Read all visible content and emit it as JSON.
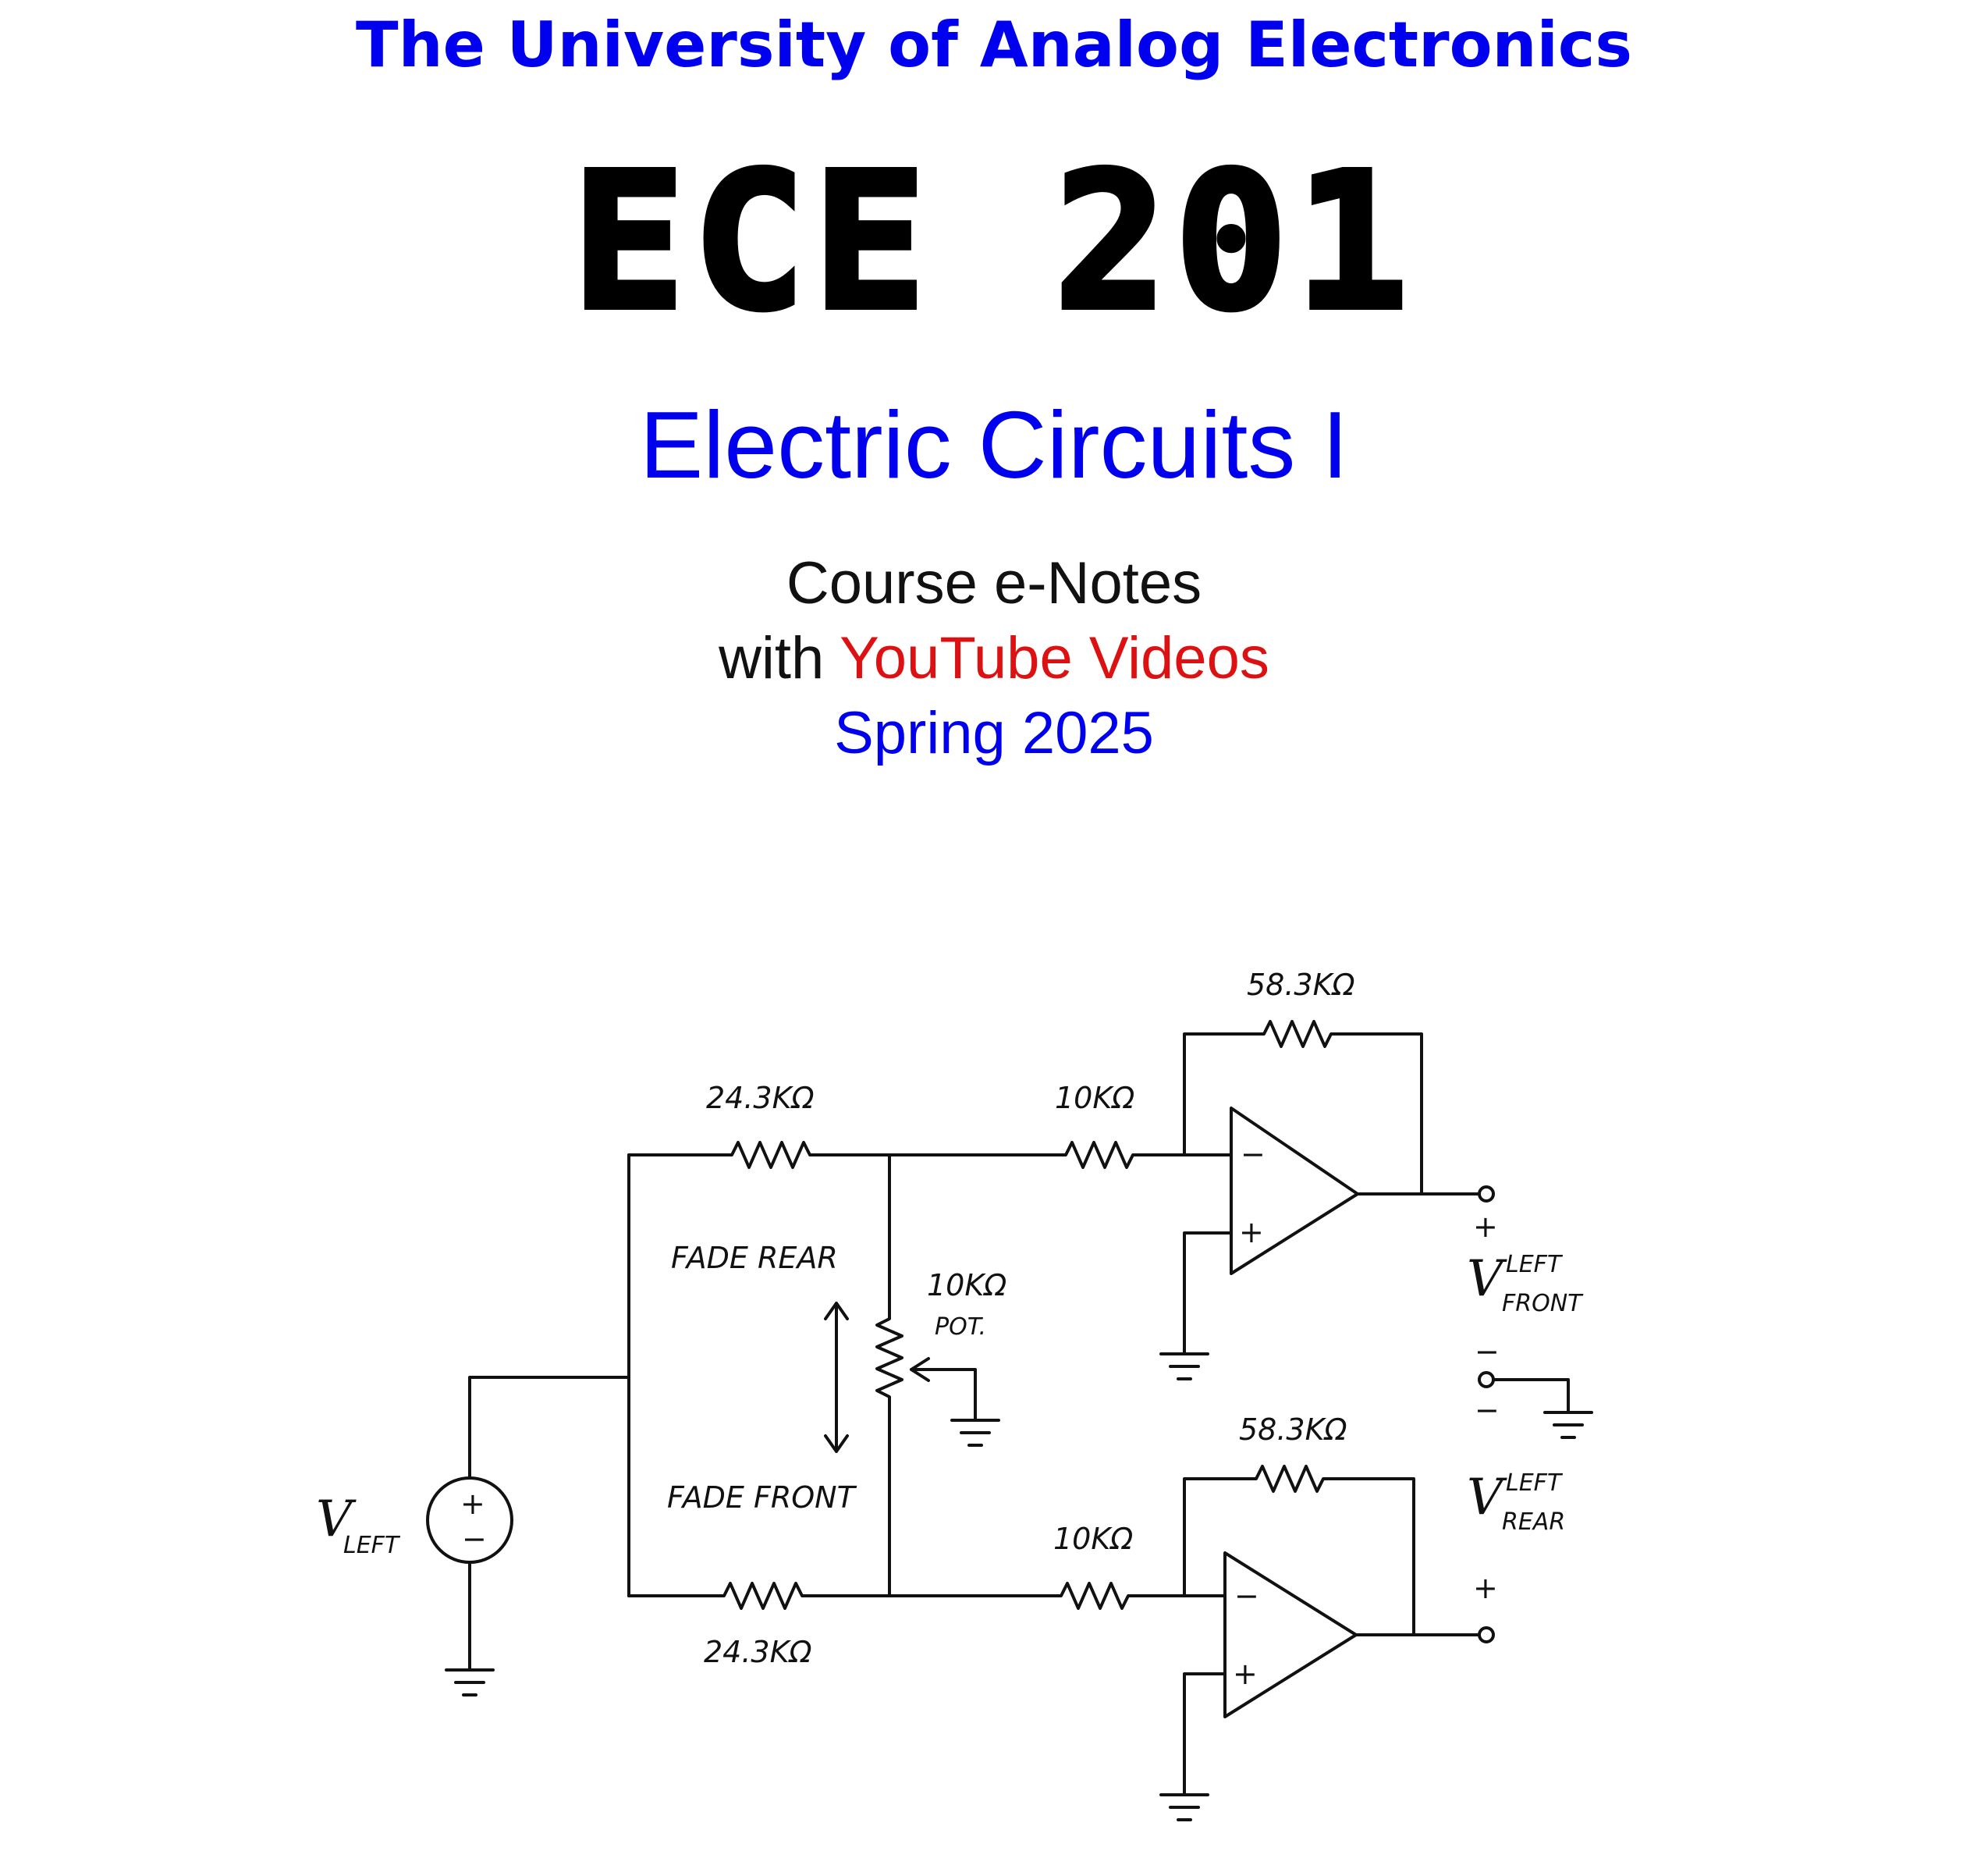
{
  "colors": {
    "blue": "#0000ee",
    "red": "#dd1111",
    "text": "#111111"
  },
  "header": {
    "university": "The University of Analog Electronics",
    "course_code": "ECE 201",
    "course_title": "Electric Circuits I",
    "subtitle_line1": "Course e-Notes",
    "subtitle_with": "with",
    "subtitle_videos": "YouTube Videos",
    "term": "Spring 2025"
  },
  "circuit": {
    "r_feedback_top": "58.3KΩ",
    "r_input_top": "10KΩ",
    "r_series_top": "24.3KΩ",
    "r_feedback_bottom": "58.3KΩ",
    "r_input_bottom": "10KΩ",
    "r_series_bottom": "24.3KΩ",
    "pot_value": "10KΩ",
    "pot_label": "POT.",
    "fade_rear": "FADE REAR",
    "fade_front": "FADE FRONT",
    "source_v": "V",
    "source_sub": "LEFT",
    "out_front_v": "V",
    "out_front_sup": "LEFT",
    "out_front_sub": "FRONT",
    "out_rear_v": "V",
    "out_rear_sup": "LEFT",
    "out_rear_sub": "REAR",
    "plus": "+",
    "minus": "−"
  }
}
